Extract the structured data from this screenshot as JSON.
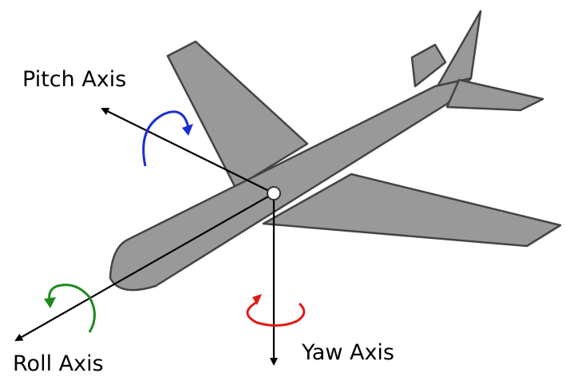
{
  "labels": {
    "pitch": "Pitch Axis",
    "roll": "Roll Axis",
    "yaw": "Yaw Axis"
  },
  "colors": {
    "fuselage": "#999999",
    "outline": "#444444",
    "pitch_arrow": "#1a2fd0",
    "roll_arrow": "#1e8a1e",
    "yaw_arrow": "#e01a1a",
    "axis": "#000000"
  }
}
